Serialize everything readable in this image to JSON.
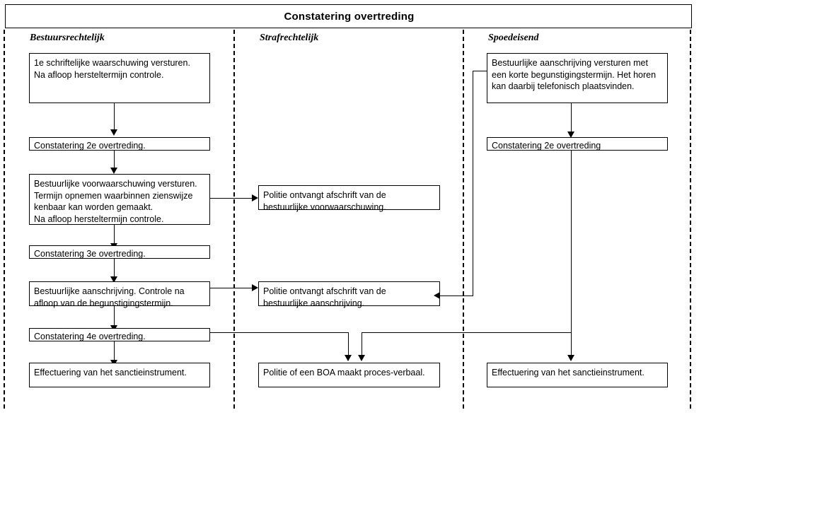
{
  "header": {
    "title": "Constatering overtreding"
  },
  "lanes": [
    {
      "id": "bestuursrechtelijk",
      "label": "Bestuursrechtelijk"
    },
    {
      "id": "strafrechtelijk",
      "label": "Strafrechtelijk"
    },
    {
      "id": "spoedeisend",
      "label": "Spoedeisend"
    }
  ],
  "nodes": {
    "b1_l1": "1e schriftelijke waarschuwing versturen.",
    "b1_l2": "Na afloop hersteltermijn controle.",
    "b2_l1": "Constatering 2e overtreding.",
    "b3_l1": "Bestuurlijke voorwaarschuwing versturen.",
    "b3_l2": "Termijn opnemen waarbinnen zienswijze",
    "b3_l3": "kenbaar kan worden gemaakt.",
    "b3_l4": "Na afloop hersteltermijn controle.",
    "b4_l1": "Constatering 3e overtreding.",
    "b5_l1": "Bestuurlijke aanschrijving. Controle na",
    "b5_l2": "afloop van de begunstigingstermijn.",
    "b6_l1": "Constatering 4e overtreding.",
    "b7_l1": "Effectuering van het sanctieinstrument.",
    "s1_l1": "Politie ontvangt afschrift van de",
    "s1_l2": "bestuurlijke voorwaarschuwing.",
    "s2_l1": "Politie ontvangt afschrift van de",
    "s2_l2": "bestuurlijke aanschrijving.",
    "s3_l1": "Politie of een BOA maakt proces-verbaal.",
    "p1_l1": "Bestuurlijke aanschrijving versturen met",
    "p1_l2": "een korte begunstigingstermijn. Het horen",
    "p1_l3": "kan daarbij telefonisch plaatsvinden.",
    "p2_l1": "Constatering 2e overtreding",
    "p3_l1": "Effectuering van het sanctieinstrument."
  },
  "chart_data": {
    "type": "diagram",
    "title": "Constatering overtreding",
    "diagram_kind": "swimlane-flowchart",
    "lanes": [
      "Bestuursrechtelijk",
      "Strafrechtelijk",
      "Spoedeisend"
    ],
    "nodes": [
      {
        "id": "b1",
        "lane": "Bestuursrechtelijk",
        "text": "1e schriftelijke waarschuwing versturen. Na afloop hersteltermijn controle."
      },
      {
        "id": "b2",
        "lane": "Bestuursrechtelijk",
        "text": "Constatering 2e overtreding."
      },
      {
        "id": "b3",
        "lane": "Bestuursrechtelijk",
        "text": "Bestuurlijke voorwaarschuwing versturen. Termijn opnemen waarbinnen zienswijze kenbaar kan worden gemaakt. Na afloop hersteltermijn controle."
      },
      {
        "id": "b4",
        "lane": "Bestuursrechtelijk",
        "text": "Constatering 3e overtreding."
      },
      {
        "id": "b5",
        "lane": "Bestuursrechtelijk",
        "text": "Bestuurlijke aanschrijving. Controle na afloop van de begunstigingstermijn."
      },
      {
        "id": "b6",
        "lane": "Bestuursrechtelijk",
        "text": "Constatering 4e overtreding."
      },
      {
        "id": "b7",
        "lane": "Bestuursrechtelijk",
        "text": "Effectuering van het sanctieinstrument."
      },
      {
        "id": "s1",
        "lane": "Strafrechtelijk",
        "text": "Politie ontvangt afschrift van de bestuurlijke voorwaarschuwing."
      },
      {
        "id": "s2",
        "lane": "Strafrechtelijk",
        "text": "Politie ontvangt afschrift van de bestuurlijke aanschrijving."
      },
      {
        "id": "s3",
        "lane": "Strafrechtelijk",
        "text": "Politie of een BOA maakt proces-verbaal."
      },
      {
        "id": "p1",
        "lane": "Spoedeisend",
        "text": "Bestuurlijke aanschrijving versturen met een korte begunstigingstermijn. Het horen kan daarbij telefonisch plaatsvinden."
      },
      {
        "id": "p2",
        "lane": "Spoedeisend",
        "text": "Constatering 2e overtreding"
      },
      {
        "id": "p3",
        "lane": "Spoedeisend",
        "text": "Effectuering van het sanctieinstrument."
      }
    ],
    "edges": [
      {
        "from": "b1",
        "to": "b2"
      },
      {
        "from": "b2",
        "to": "b3"
      },
      {
        "from": "b3",
        "to": "b4"
      },
      {
        "from": "b3",
        "to": "s1"
      },
      {
        "from": "b4",
        "to": "b5"
      },
      {
        "from": "b5",
        "to": "b6"
      },
      {
        "from": "b5",
        "to": "s2"
      },
      {
        "from": "b6",
        "to": "b7"
      },
      {
        "from": "b6",
        "to": "s3"
      },
      {
        "from": "p1",
        "to": "p2"
      },
      {
        "from": "p1",
        "to": "s2"
      },
      {
        "from": "p2",
        "to": "s3"
      },
      {
        "from": "p2",
        "to": "p3"
      }
    ]
  }
}
